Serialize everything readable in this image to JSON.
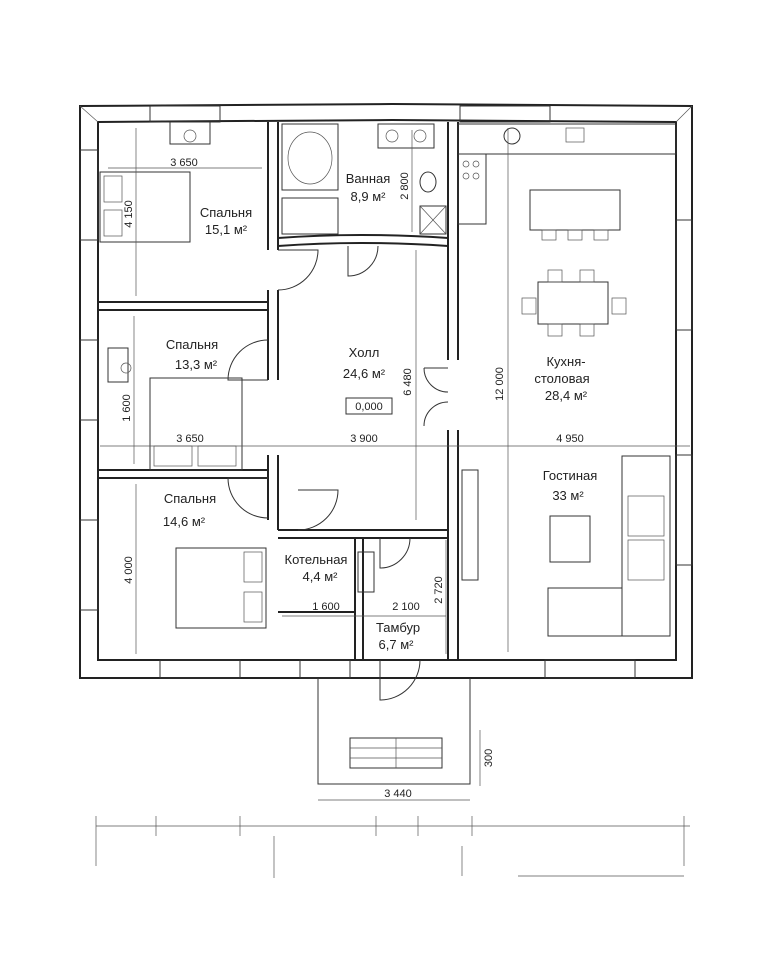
{
  "rooms": {
    "bed1": {
      "name": "Спальня",
      "area": "15,1 м²"
    },
    "bath": {
      "name": "Ванная",
      "area": "8,9 м²"
    },
    "bed2": {
      "name": "Спальня",
      "area": "13,3 м²"
    },
    "hall": {
      "name": "Холл",
      "area": "24,6 м²",
      "level": "0,000"
    },
    "kitchen": {
      "name_line1": "Кухня-",
      "name_line2": "столовая",
      "area": "28,4 м²"
    },
    "bed3": {
      "name": "Спальня",
      "area": "14,6 м²"
    },
    "boiler": {
      "name": "Котельная",
      "area": "4,4 м²"
    },
    "tambour": {
      "name": "Тамбур",
      "area": "6,7 м²"
    },
    "living": {
      "name": "Гостиная",
      "area": "33 м²"
    }
  },
  "dimensions": {
    "bed1_width": "3 650",
    "bed1_depth": "4 150",
    "bath_depth": "2 800",
    "bed2_depth": "1 600",
    "bed2_width": "3 650",
    "hall_width": "3 900",
    "hall_depth": "6 480",
    "kitchen_depth": "12 000",
    "kitchen_width": "4 950",
    "bed3_depth": "4 000",
    "boiler_width": "1 600",
    "tambour_width": "2 100",
    "tambour_depth": "2 720",
    "porch_width": "3 440",
    "step_depth": "300"
  }
}
